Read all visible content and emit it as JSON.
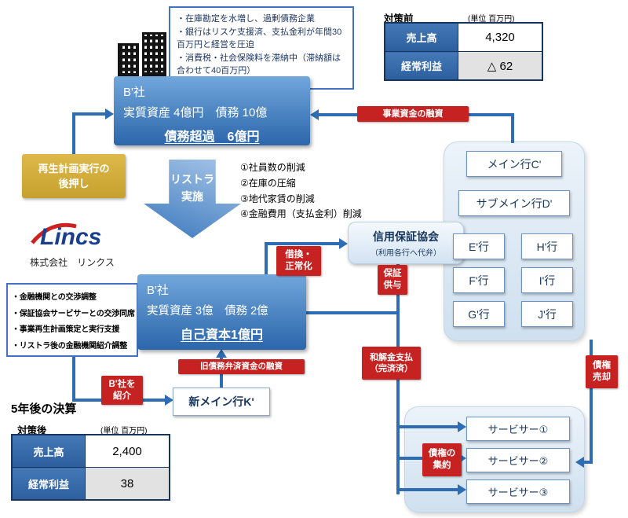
{
  "callout": {
    "lines": [
      "・在庫勘定を水増し、過剰債務企業",
      "・銀行はリスケ支援済、支払金利が年間30百万円と経営を圧迫",
      "・消費税・社会保険料を滞納中（滞納額は合わせて40百万円）"
    ]
  },
  "company_before": {
    "name": "B'社",
    "line2": "実質資産 4億円　債務 10億",
    "line3": "債務超過　6億円"
  },
  "company_after": {
    "name": "B'社",
    "line2": "実質資産 3億　債務 2億",
    "line3": "自己資本1億円"
  },
  "table_before": {
    "title": "対策前",
    "unit": "(単位 百万円)",
    "rows": [
      {
        "label": "売上高",
        "value": "4,320"
      },
      {
        "label": "経常利益",
        "value": "△ 62"
      }
    ]
  },
  "table_after": {
    "title": "対策後",
    "unit": "(単位 百万円)",
    "rows": [
      {
        "label": "売上高",
        "value": "2,400"
      },
      {
        "label": "経常利益",
        "value": "38"
      }
    ]
  },
  "support_box": {
    "line1": "再生計画実行の",
    "line2": "後押し"
  },
  "lincs": {
    "logo_text": "Lincs",
    "company_name": "株式会社　リンクス",
    "services": [
      "・金融機関との交渉調整",
      "・保証協会サービサーとの交渉同席",
      "・事業再生計画策定と実行支援",
      "・リストラ後の金融機関紹介調整"
    ]
  },
  "big_arrow": {
    "line1": "リストラ",
    "line2": "実施"
  },
  "restructure_items": [
    "①社員数の削減",
    "②在庫の圧縮",
    "③地代家賃の削減",
    "④金融費用（支払金利）削減"
  ],
  "credit_assoc": {
    "name": "信用保証協会",
    "sub": "（利用各行へ代弁）"
  },
  "banks": {
    "main": "メイン行C'",
    "submain": "サブメイン行D'",
    "grid": [
      "E'行",
      "H'行",
      "F'行",
      "I'行",
      "G'行",
      "J'行"
    ]
  },
  "new_bank": {
    "name": "新メイン行K'"
  },
  "servicers": [
    "サービサー①",
    "サービサー②",
    "サービサー③"
  ],
  "flow_labels": {
    "business_loan": "事業資金の融資",
    "refinance_1": "借換・",
    "refinance_2": "正常化",
    "guarantee_1": "保証",
    "guarantee_2": "供与",
    "old_debt_loan": "旧債務弁済資金の融資",
    "intro_1": "B'社を",
    "intro_2": "紹介",
    "settlement_1": "和解金支払",
    "settlement_2": "（完済済）",
    "debt_sale_1": "債権",
    "debt_sale_2": "売却",
    "consolidation_1": "債権の",
    "consolidation_2": "集約"
  },
  "result_heading": "5年後の決算",
  "colors": {
    "arrow_blue": "#2e6db4",
    "company_blue": "#2c66ab",
    "navy": "#17365d",
    "flow_red": "#c62222",
    "support_gold": "#d1ac35",
    "panel_blue": "#cfe0ef"
  }
}
